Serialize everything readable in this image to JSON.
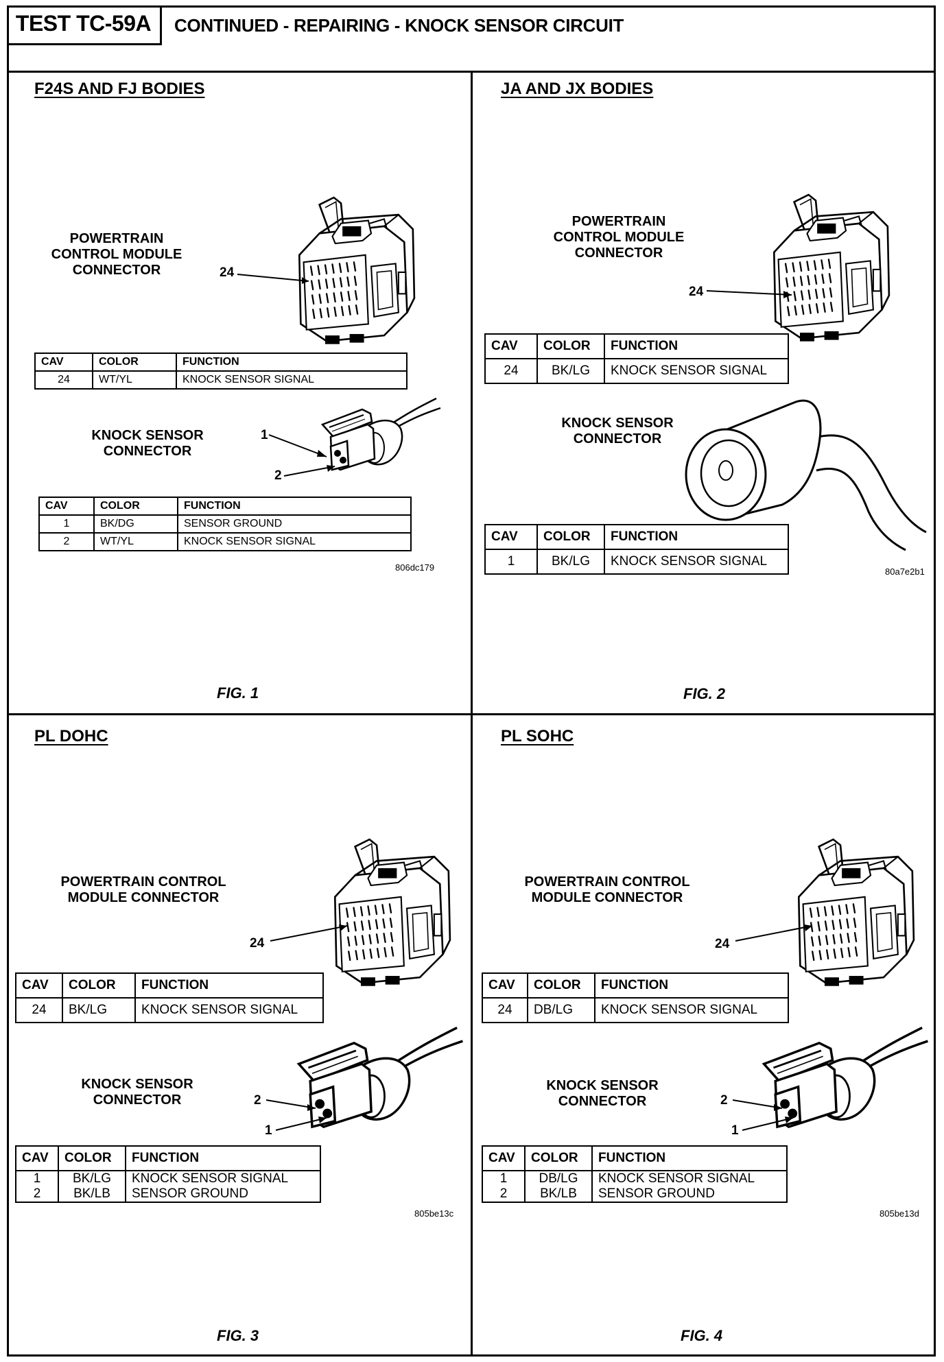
{
  "header": {
    "test_id": "TEST TC-59A",
    "title": "CONTINUED - REPAIRING - KNOCK SENSOR CIRCUIT"
  },
  "panels": [
    {
      "title": "F24S AND FJ BODIES",
      "pcm_label": [
        "POWERTRAIN",
        "CONTROL MODULE",
        "CONNECTOR"
      ],
      "pcm_pin": "24",
      "pcm_table": {
        "headers": [
          "CAV",
          "COLOR",
          "FUNCTION"
        ],
        "rows": [
          [
            "24",
            "WT/YL",
            "KNOCK SENSOR SIGNAL"
          ]
        ]
      },
      "ks_label": [
        "KNOCK  SENSOR",
        "CONNECTOR"
      ],
      "ks_pins": [
        "1",
        "2"
      ],
      "ks_table": {
        "headers": [
          "CAV",
          "COLOR",
          "FUNCTION"
        ],
        "rows": [
          [
            "1",
            "BK/DG",
            "SENSOR GROUND"
          ],
          [
            "2",
            "WT/YL",
            "KNOCK SENSOR SIGNAL"
          ]
        ]
      },
      "code": "806dc179",
      "fig": "FIG. 1"
    },
    {
      "title": "JA AND JX BODIES",
      "pcm_label": [
        "POWERTRAIN",
        "CONTROL MODULE",
        "CONNECTOR"
      ],
      "pcm_pin": "24",
      "pcm_table": {
        "headers": [
          "CAV",
          "COLOR",
          "FUNCTION"
        ],
        "rows": [
          [
            "24",
            "BK/LG",
            "KNOCK SENSOR SIGNAL"
          ]
        ]
      },
      "ks_label": [
        "KNOCK SENSOR",
        "CONNECTOR"
      ],
      "ks_table": {
        "headers": [
          "CAV",
          "COLOR",
          "FUNCTION"
        ],
        "rows": [
          [
            "1",
            "BK/LG",
            "KNOCK SENSOR SIGNAL"
          ]
        ]
      },
      "code": "80a7e2b1",
      "fig": "FIG. 2"
    },
    {
      "title": "PL DOHC",
      "pcm_label": [
        "POWERTRAIN CONTROL",
        "MODULE CONNECTOR"
      ],
      "pcm_pin": "24",
      "pcm_table": {
        "headers": [
          "CAV",
          "COLOR",
          "FUNCTION"
        ],
        "rows": [
          [
            "24",
            "BK/LG",
            "KNOCK SENSOR SIGNAL"
          ]
        ]
      },
      "ks_label": [
        "KNOCK SENSOR",
        "CONNECTOR"
      ],
      "ks_pins": [
        "2",
        "1"
      ],
      "ks_table": {
        "headers": [
          "CAV",
          "COLOR",
          "FUNCTION"
        ],
        "rows": [
          [
            "1",
            "BK/LG",
            "KNOCK SENSOR SIGNAL"
          ],
          [
            "2",
            "BK/LB",
            "SENSOR GROUND"
          ]
        ]
      },
      "code": "805be13c",
      "fig": "FIG. 3"
    },
    {
      "title": "PL SOHC",
      "pcm_label": [
        "POWERTRAIN CONTROL",
        "MODULE CONNECTOR"
      ],
      "pcm_pin": "24",
      "pcm_table": {
        "headers": [
          "CAV",
          "COLOR",
          "FUNCTION"
        ],
        "rows": [
          [
            "24",
            "DB/LG",
            "KNOCK SENSOR SIGNAL"
          ]
        ]
      },
      "ks_label": [
        "KNOCK SENSOR",
        "CONNECTOR"
      ],
      "ks_pins": [
        "2",
        "1"
      ],
      "ks_table": {
        "headers": [
          "CAV",
          "COLOR",
          "FUNCTION"
        ],
        "rows": [
          [
            "1",
            "DB/LG",
            "KNOCK SENSOR SIGNAL"
          ],
          [
            "2",
            "BK/LB",
            "SENSOR GROUND"
          ]
        ]
      },
      "code": "805be13d",
      "fig": "FIG. 4"
    }
  ]
}
